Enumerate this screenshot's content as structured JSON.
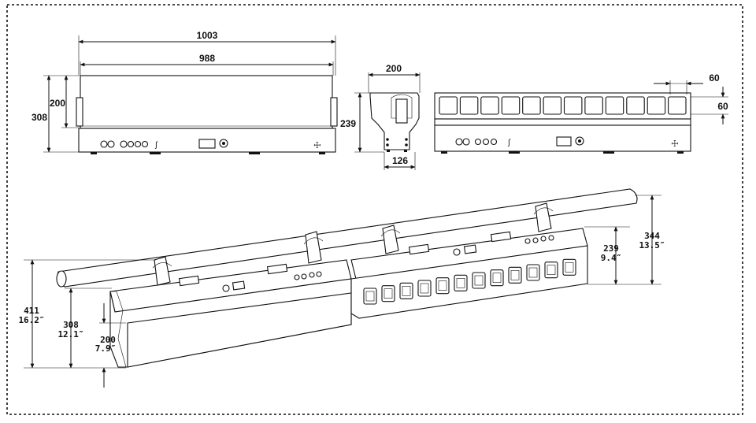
{
  "front_view": {
    "overall_width": "1003",
    "inner_width": "988",
    "height_total": "308",
    "height_head": "200"
  },
  "side_view": {
    "width": "200",
    "height": "239",
    "base_width": "126"
  },
  "back_view": {
    "cell_width": "60",
    "cell_height": "60",
    "cell_count": 12
  },
  "perspective_view": {
    "total_height_mm": "411",
    "total_height_in": "16.2″",
    "body_height_mm": "308",
    "body_height_in": "12.1″",
    "head_height_mm": "200",
    "head_height_in": "7.9″",
    "side_height_mm": "239",
    "side_height_in": "9.4″",
    "clamp_height_mm": "344",
    "clamp_height_in": "13.5″"
  }
}
